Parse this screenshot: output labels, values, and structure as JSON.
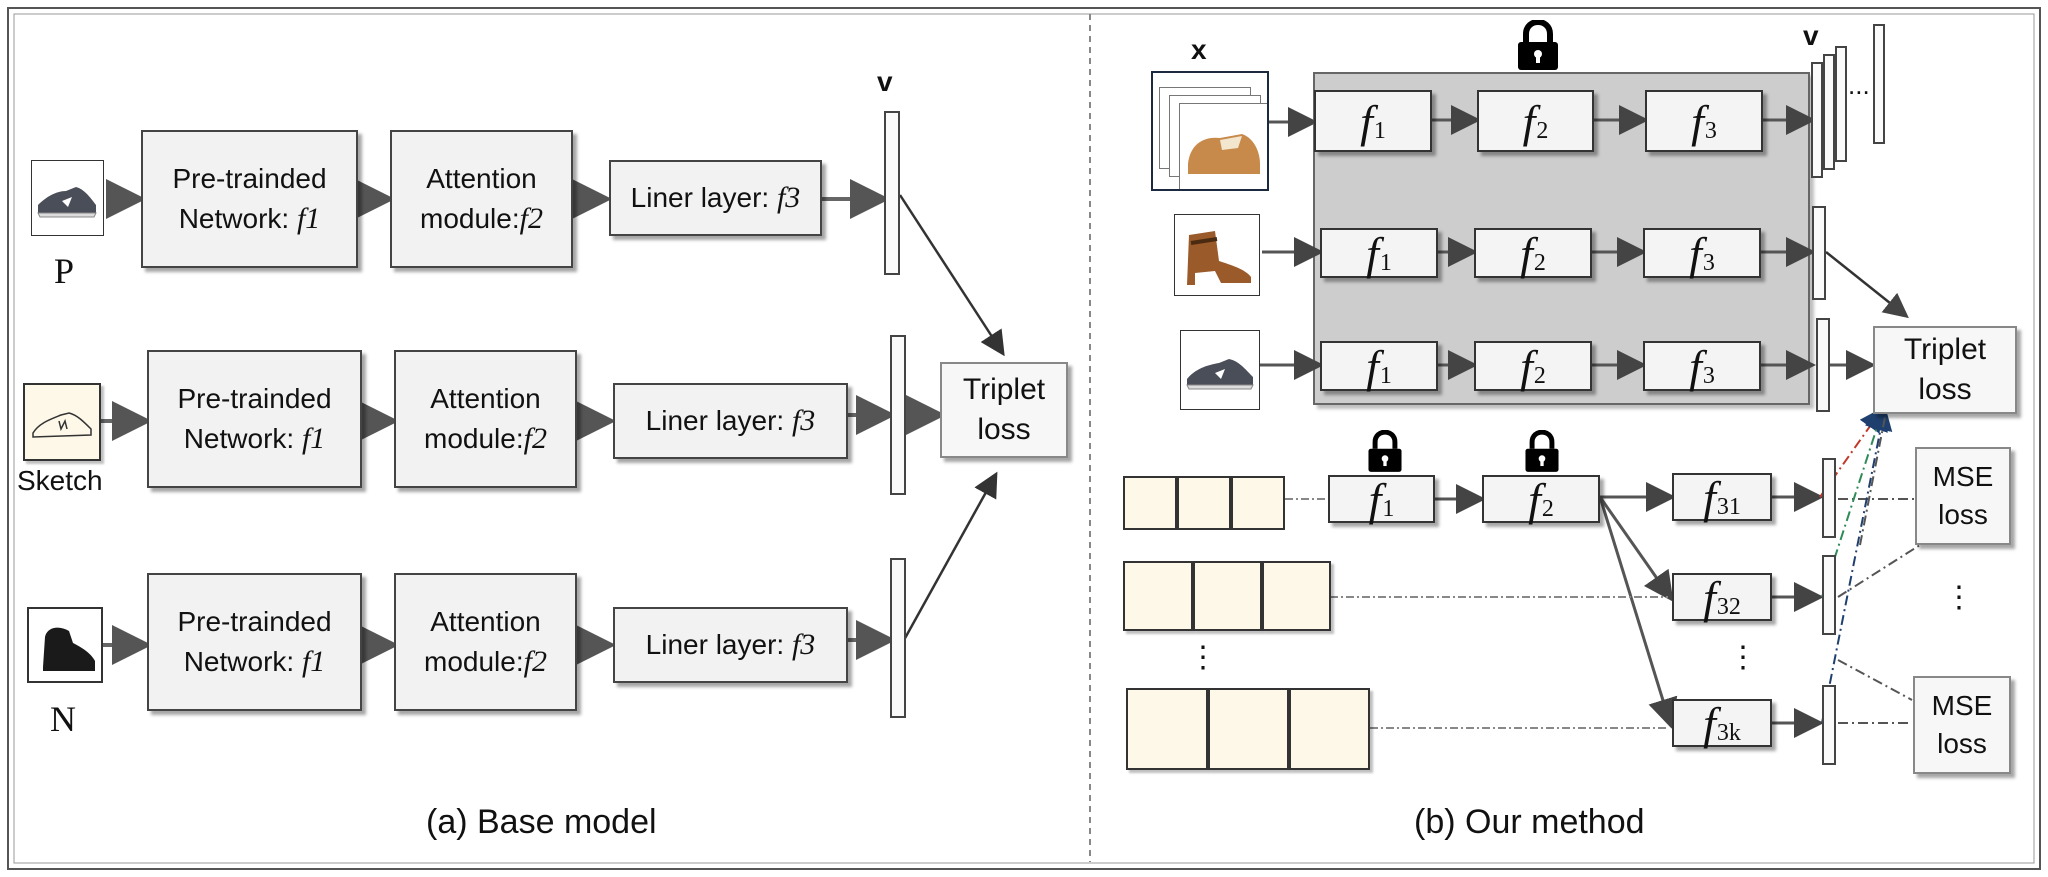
{
  "left": {
    "caption": "(a) Base model",
    "v_label": "v",
    "rows": [
      {
        "input_label": "P",
        "pretrain": "Pre-trainded",
        "network": "Network:",
        "f1": "f1",
        "attention": "Attention",
        "module": "module:",
        "f2": "f2",
        "liner": "Liner layer:",
        "f3": "f3"
      },
      {
        "input_label": "Sketch",
        "pretrain": "Pre-trainded",
        "network": "Network:",
        "f1": "f1",
        "attention": "Attention",
        "module": "module:",
        "f2": "f2",
        "liner": "Liner layer:",
        "f3": "f3"
      },
      {
        "input_label": "N",
        "pretrain": "Pre-trainded",
        "network": "Network:",
        "f1": "f1",
        "attention": "Attention",
        "module": "module:",
        "f2": "f2",
        "liner": "Liner layer:",
        "f3": "f3"
      }
    ],
    "triplet_line1": "Triplet",
    "triplet_line2": "loss"
  },
  "right": {
    "caption": "(b) Our method",
    "x_label": "x",
    "v_label": "v",
    "f1": "f",
    "f1_sub": "1",
    "f2": "f",
    "f2_sub": "2",
    "f3": "f",
    "f3_sub": "3",
    "f31_sub": "31",
    "f32_sub": "32",
    "f3k_sub": "3k",
    "triplet_line1": "Triplet",
    "triplet_line2": "loss",
    "mse_line1": "MSE",
    "mse_line2": "loss",
    "ellipsis_vertical": "⋮",
    "ellipsis_dots": "..."
  }
}
